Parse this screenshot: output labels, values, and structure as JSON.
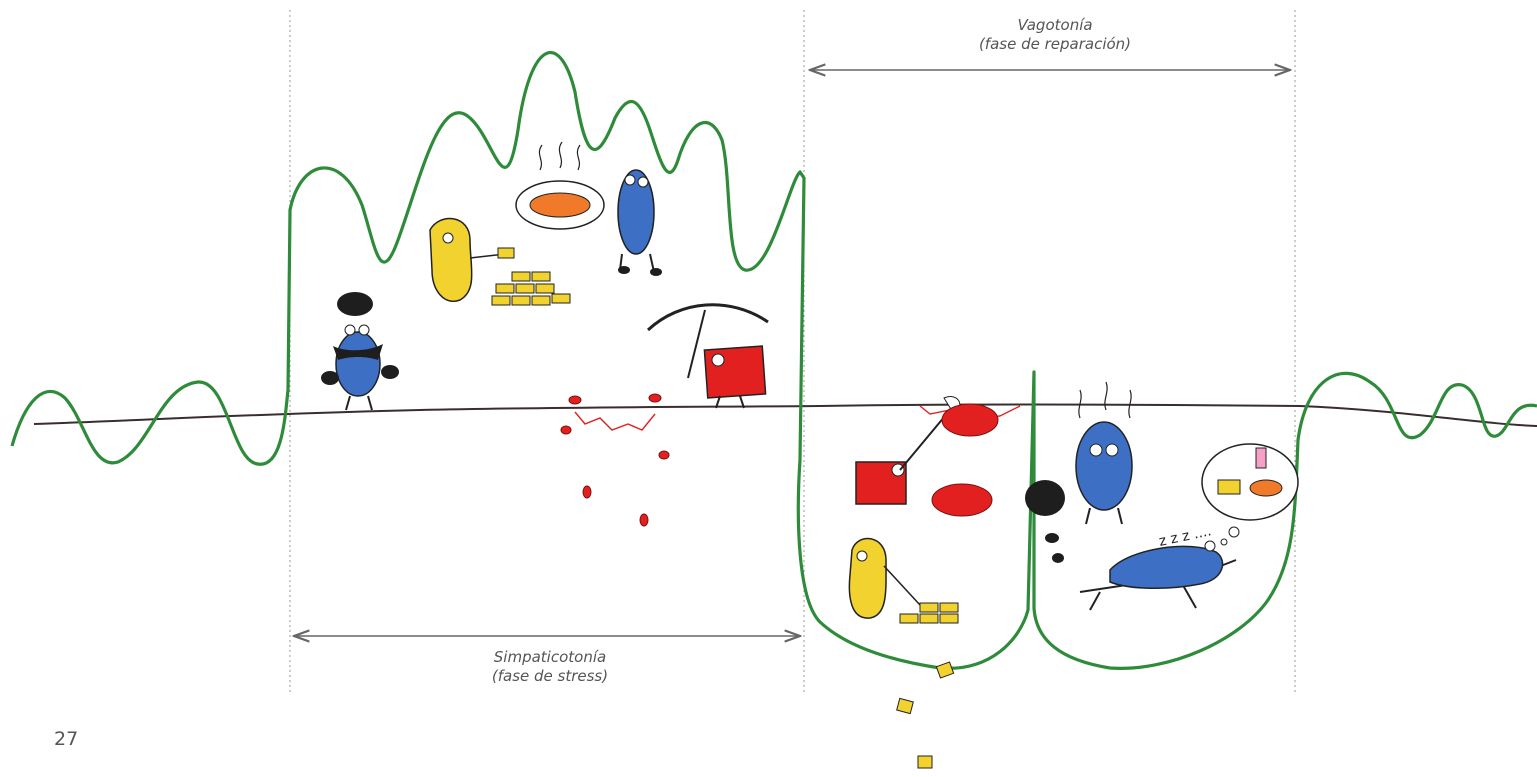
{
  "phases": {
    "vagotonia": {
      "title": "Vagotonía",
      "subtitle": "(fase de reparación)"
    },
    "simpaticotonia": {
      "title": "Simpaticotonía",
      "subtitle": "(fase de stress)"
    }
  },
  "page_number": "27",
  "sleep_text": "z z z ....",
  "colors": {
    "curve": "#2e8b3a",
    "baseline": "#3a2d2d",
    "divider": "#9a9a9a",
    "arrow": "#666666",
    "blue_character": "#3d6fc4",
    "yellow_character": "#f2d22e",
    "red_character": "#e32020",
    "black_character": "#1e1e1e"
  }
}
